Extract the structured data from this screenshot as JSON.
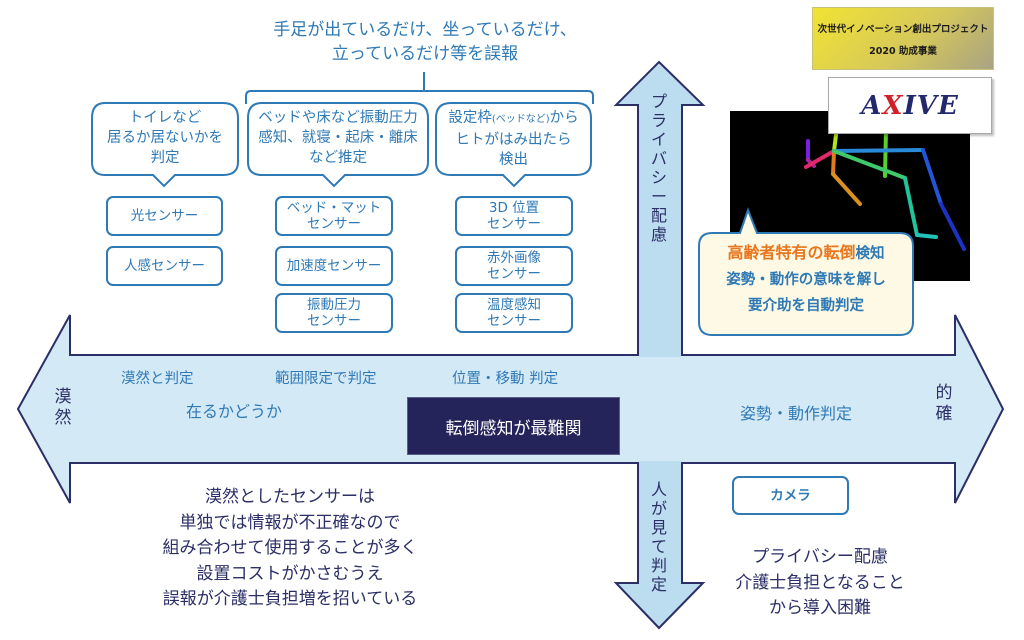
{
  "top_note": {
    "lines": [
      "手足が出ているだけ、坐っているだけ、",
      "立っているだけ等を誤報"
    ]
  },
  "bubbles": [
    {
      "lines": [
        "トイレなど",
        "居るか居ないかを",
        "判定"
      ]
    },
    {
      "lines": [
        "ベッドや床など振動圧力",
        "感知、就寝・起床・離床",
        "など推定"
      ]
    },
    {
      "line1_main": "設定枠",
      "line1_small": "(ベッドなど)",
      "line1_tail": "から",
      "lines": [
        "ヒトがはみ出たら",
        "検出"
      ]
    }
  ],
  "sensor_columns": [
    {
      "sensors": [
        {
          "lines": [
            "光センサー"
          ]
        },
        {
          "lines": [
            "人感センサー"
          ]
        }
      ]
    },
    {
      "sensors": [
        {
          "lines": [
            "ベッド・マット",
            "センサー"
          ]
        },
        {
          "lines": [
            "加速度センサー"
          ]
        },
        {
          "lines": [
            "振動圧力",
            "センサー"
          ]
        }
      ]
    },
    {
      "sensors": [
        {
          "lines": [
            "3D 位置",
            "センサー"
          ]
        },
        {
          "lines": [
            "赤外画像",
            "センサー"
          ]
        },
        {
          "lines": [
            "温度感知",
            "センサー"
          ]
        }
      ]
    }
  ],
  "horizontal_axis": {
    "left_end": "漠然",
    "right_end": "的確",
    "stage_labels": [
      "漠然と判定",
      "範囲限定で判定",
      "位置・移動 判定"
    ],
    "presence_label": "在るかどうか",
    "posture_label": "姿勢・動作判定",
    "hardest_label": "転倒感知が最難関"
  },
  "vertical_axis": {
    "up_label": "プライバシー配慮",
    "down_label": "人が見て判定"
  },
  "sponsor": {
    "line1": "次世代イノベーション創出プロジェクト",
    "line2": "2020 助成事業"
  },
  "logo": {
    "prefix": "A",
    "mark": "X",
    "suffix": "IVE"
  },
  "ai_callout": {
    "highlight": "高齢者特有の転倒",
    "highlight_tail": "検知",
    "line2": "姿勢・動作の意味を解し",
    "line3": "要介助を自動判定"
  },
  "camera": {
    "label": "カメラ"
  },
  "bottom_left_note": {
    "lines": [
      "漠然としたセンサーは",
      "単独では情報が不正確なので",
      "組み合わせて使用することが多く",
      "設置コストがかさむうえ",
      "誤報が介護士負担増を招いている"
    ]
  },
  "bottom_right_note": {
    "lines": [
      "プライバシー配慮",
      "介護士負担となること",
      "から導入困難"
    ]
  },
  "colors": {
    "accent_blue": "#2f79b5",
    "navy": "#2b2f66",
    "arrow_fill": "#d4e9f6",
    "vertical_arrow_fill": "#bcdcf0",
    "hardest_box": "#25245a",
    "highlight_orange": "#e8761d",
    "callout_fill": "#fdf9e4"
  }
}
